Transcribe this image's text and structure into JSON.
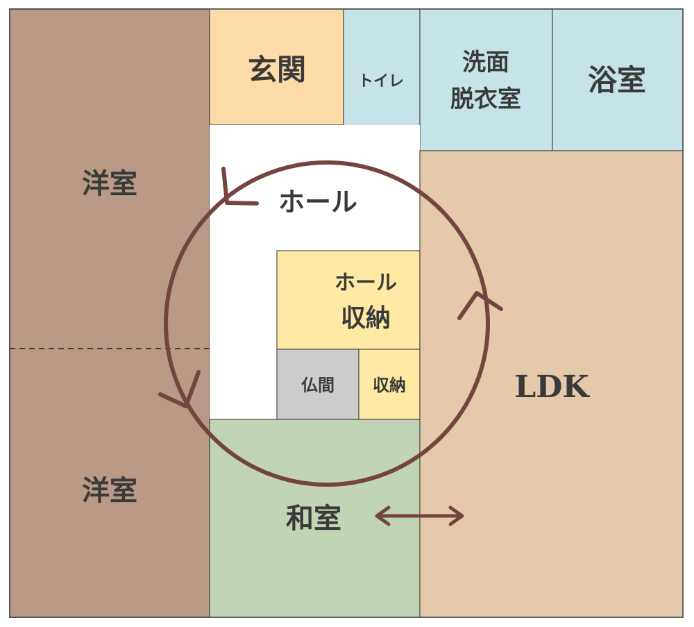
{
  "floorplan": {
    "rooms": {
      "western_upper": {
        "label": "洋室",
        "color": "#b99a86"
      },
      "western_lower": {
        "label": "洋室",
        "color": "#b99a86"
      },
      "entrance": {
        "label": "玄関",
        "color": "#fcdba8"
      },
      "toilet": {
        "label": "トイレ",
        "color": "#c6e3e8"
      },
      "washroom": {
        "label_line1": "洗面",
        "label_line2": "脱衣室",
        "color": "#c6e3e8"
      },
      "bathroom": {
        "label": "浴室",
        "color": "#c6e3e8"
      },
      "hall": {
        "label": "ホール",
        "color": "#ffffff"
      },
      "hall_storage": {
        "label_line1": "ホール",
        "label_line2": "収納",
        "color": "#feeaa4"
      },
      "altar_room": {
        "label": "仏間",
        "color": "#cccccc"
      },
      "storage": {
        "label": "収納",
        "color": "#feeaa4"
      },
      "japanese_room": {
        "label": "和室",
        "color": "#c1d4b5"
      },
      "ldk": {
        "label": "LDK",
        "color": "#e5c9ab"
      }
    },
    "circulation_color": "#744440",
    "wall_color": "#4a4a4a"
  }
}
